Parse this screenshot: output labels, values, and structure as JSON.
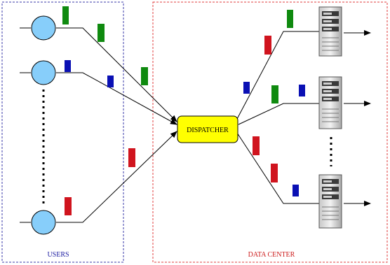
{
  "users_box": {
    "label": "USERS"
  },
  "data_center_box": {
    "label": "DATA CENTER"
  },
  "dispatcher": {
    "label": "DISPATCHER"
  },
  "colors": {
    "users_border": "#3a3aa8",
    "data_center_border": "#e03c3c",
    "user_node_fill": "#87cefa",
    "dispatcher_fill": "#ffff00",
    "green": "#0f8a0f",
    "red": "#d0141e",
    "blue": "#0a10b4",
    "line": "#000000"
  }
}
